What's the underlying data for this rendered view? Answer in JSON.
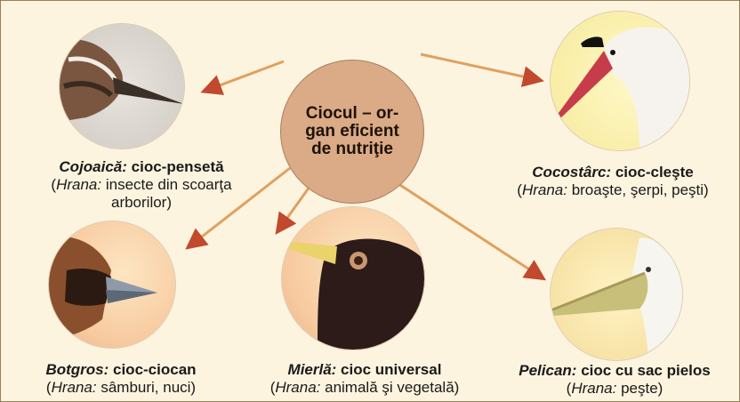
{
  "center": {
    "text": "Ciocul – or-gan eficient de nutriţie"
  },
  "birds": [
    {
      "name": "Cojoaică:",
      "beak": " cioc-pensetă",
      "open": "(",
      "food_label": "Hrana:",
      "food_line1": " insecte din scoarţa",
      "food_line2": "arborilor)"
    },
    {
      "name": "Cocostârc:",
      "beak": " cioc-cleşte",
      "open": "(",
      "food_label": "Hrana:",
      "food_line1": " broaşte, şerpi, peşti)"
    },
    {
      "name": "Botgros:",
      "beak": " cioc-ciocan",
      "open": "(",
      "food_label": "Hrana:",
      "food_line1": " sâmburi, nuci)"
    },
    {
      "name": "Mierlă:",
      "beak": " cioc universal",
      "open": "(",
      "food_label": "Hrana:",
      "food_line1": " animală şi vegetală)"
    },
    {
      "name": "Pelican:",
      "beak": " cioc cu sac pielos",
      "open": "(",
      "food_label": "Hrana:",
      "food_line1": " peşte)"
    }
  ],
  "colors": {
    "background": "#fdf4df",
    "arrow": "#c0492e",
    "center_fill": "#dbaa86",
    "border": "#9a7f55"
  }
}
